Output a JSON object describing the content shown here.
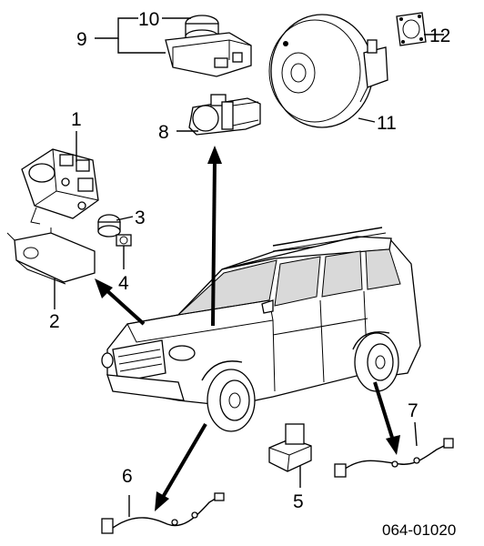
{
  "diagram": {
    "reference_number": "064-01020",
    "callouts": [
      "1",
      "2",
      "3",
      "4",
      "5",
      "6",
      "7",
      "8",
      "9",
      "10",
      "11",
      "12"
    ]
  }
}
